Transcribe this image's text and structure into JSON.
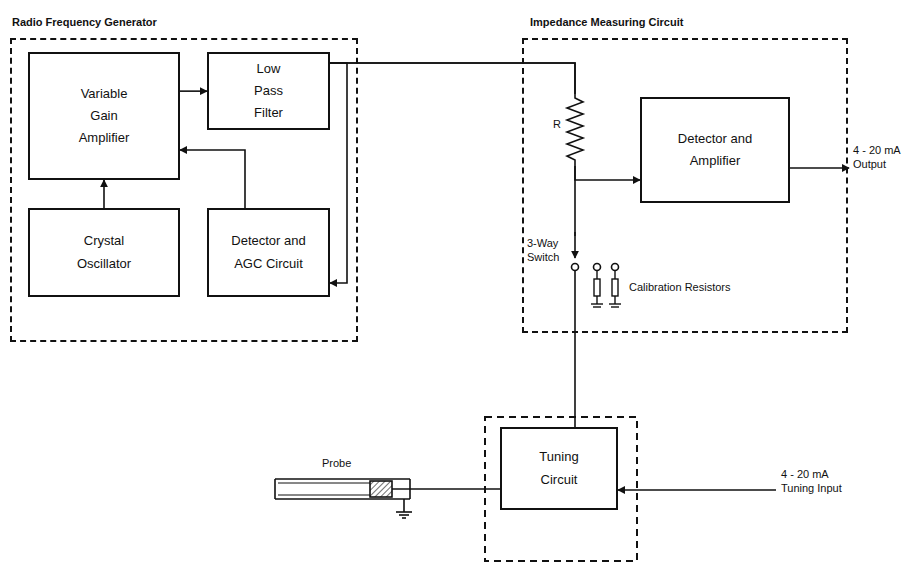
{
  "diagram": {
    "nodes": [
      {
        "text": [
          "Radio Frequency Generator"
        ]
      },
      {
        "text": [
          "Variable Gain Amplifier"
        ],
        "in": 0
      },
      {
        "text": [
          "Low Pass Filter"
        ],
        "in": 0
      },
      {
        "text": [
          "Crystal Oscillator"
        ],
        "in": 0
      },
      {
        "text": [
          "Detector and AGC Circuit"
        ],
        "in": 0
      },
      {
        "text": [
          "Impedance Measuring Circuit"
        ]
      },
      {
        "text": [
          "Detector and Amplifier"
        ],
        "in": 5
      },
      {
        "text": [
          "Tuning Circuit"
        ]
      }
    ],
    "edges": [
      {
        "from": 1,
        "to": 2,
        "arrow": "to"
      },
      {
        "from": 2,
        "to": 4,
        "arrow": "to"
      },
      {
        "from": 4,
        "to": 1,
        "arrow": "to"
      },
      {
        "from": 3,
        "to": 1,
        "arrow": "to"
      },
      {
        "from": 2,
        "to": 6,
        "arrow": "to"
      },
      {
        "from": 2,
        "to": 7,
        "arrow": "none"
      }
    ],
    "labels": [
      "R",
      "3-Way Switch",
      "Calibration Resistors",
      "4 - 20 mA Output",
      "Probe",
      "4 - 20 mA Tuning Input"
    ]
  }
}
